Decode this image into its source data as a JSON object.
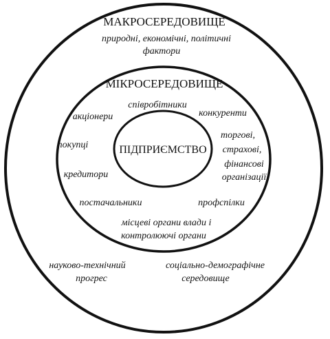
{
  "macro": {
    "title": "МАКРОСЕРЕДОВИЩЕ",
    "factors_line1": "природні, економічні, політичні",
    "factors_line2": "фактори",
    "science_line1": "науково-технічний",
    "science_line2": "прогрес",
    "social_line1": "соціально-демографічне",
    "social_line2": "середовище"
  },
  "micro": {
    "title": "МІКРОСЕРЕДОВИЩЕ",
    "employees": "співробітники",
    "shareholders": "акціонери",
    "competitors": "конкуренти",
    "buyers": "покупці",
    "orgs_line1": "торгові,",
    "orgs_line2": "страхові,",
    "orgs_line3": "фінансові",
    "orgs_line4": "організації",
    "creditors": "кредитори",
    "suppliers": "постачальники",
    "unions": "профспілки",
    "authorities_line1": "місцеві органи влади і",
    "authorities_line2": "контролюючі органи"
  },
  "core": {
    "title": "ПІДПРИЄМСТВО"
  },
  "colors": {
    "line": "#111111",
    "background": "#ffffff"
  }
}
